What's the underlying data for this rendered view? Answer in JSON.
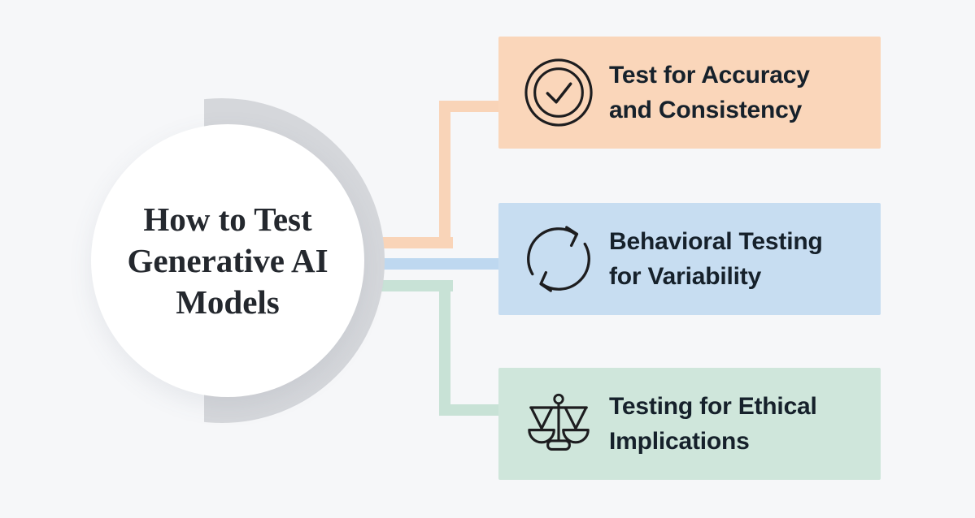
{
  "background": "#f6f7f9",
  "center": {
    "title_lines": [
      "How to Test",
      "Generative AI",
      "Models"
    ],
    "circle_fill": "#ffffff",
    "ring_color": "#d5d7db",
    "title_color": "#24282e"
  },
  "text_color": "#16212b",
  "icon_stroke": "#1d1d1f",
  "items": [
    {
      "icon": "check-circle-icon",
      "lines": [
        "Test for Accuracy",
        "and Consistency"
      ],
      "box_color": "#fad6ba",
      "connector_color": "#f9d4b8"
    },
    {
      "icon": "cycle-arrows-icon",
      "lines": [
        "Behavioral Testing",
        "for Variability"
      ],
      "box_color": "#c7ddf1",
      "connector_color": "#bed8f0"
    },
    {
      "icon": "scales-icon",
      "lines": [
        "Testing for Ethical",
        "Implications"
      ],
      "box_color": "#cfe6db",
      "connector_color": "#c8e2d6"
    }
  ]
}
